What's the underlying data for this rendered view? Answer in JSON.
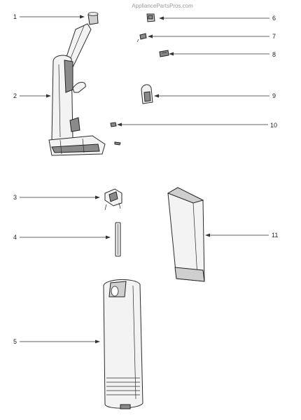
{
  "watermark": "AppliancePartsPros.com",
  "callouts": [
    {
      "id": "1",
      "label": "1"
    },
    {
      "id": "2",
      "label": "2"
    },
    {
      "id": "3",
      "label": "3"
    },
    {
      "id": "4",
      "label": "4"
    },
    {
      "id": "5",
      "label": "5"
    },
    {
      "id": "6",
      "label": "6"
    },
    {
      "id": "7",
      "label": "7"
    },
    {
      "id": "8",
      "label": "8"
    },
    {
      "id": "9",
      "label": "9"
    },
    {
      "id": "10",
      "label": "10"
    },
    {
      "id": "11",
      "label": "11"
    }
  ]
}
